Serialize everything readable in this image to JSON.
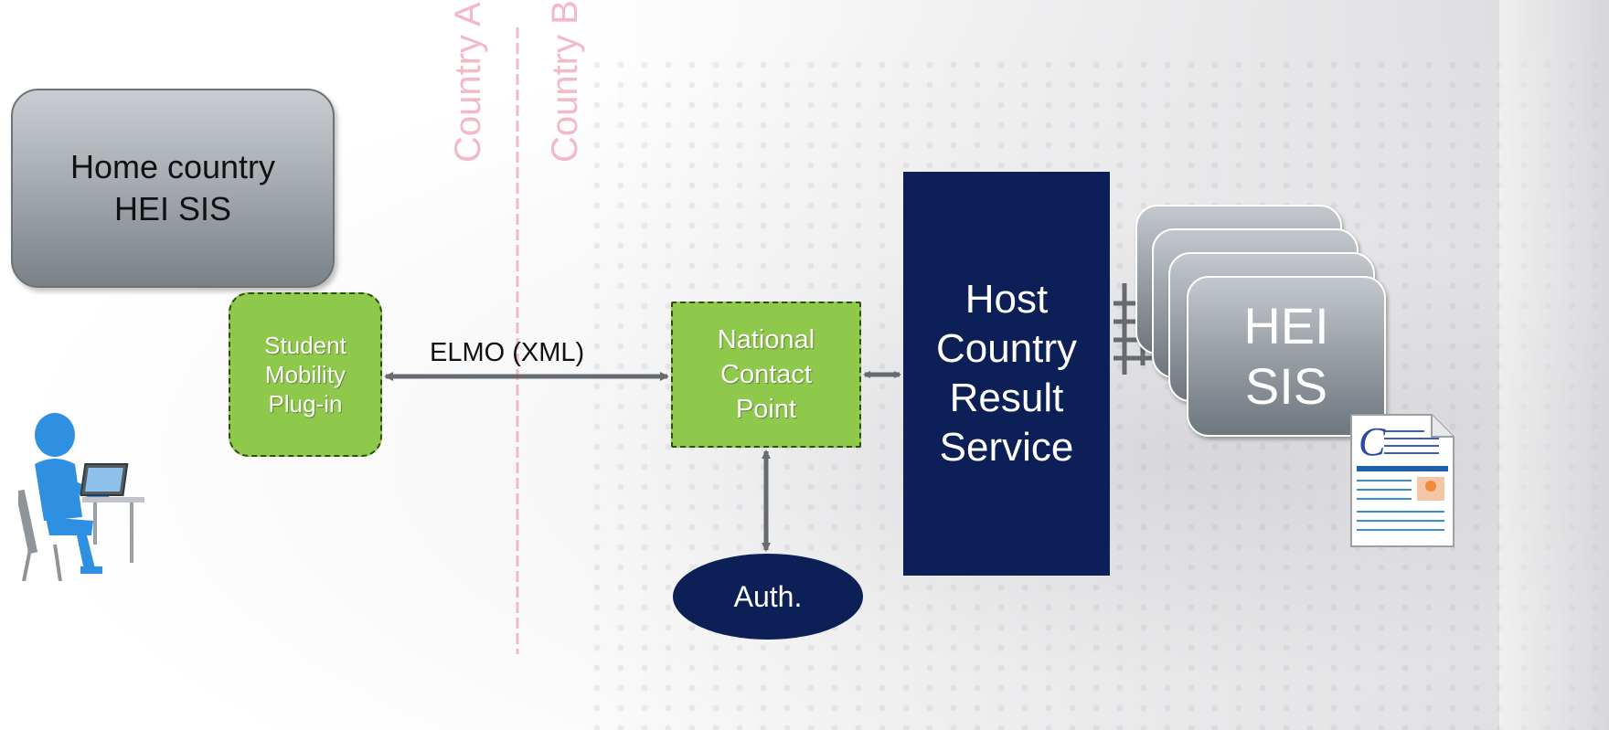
{
  "countries": {
    "a": "Country A",
    "b": "Country B"
  },
  "home_sis": {
    "line1": "Home country",
    "line2": "HEI SIS"
  },
  "plugin": {
    "line1": "Student",
    "line2": "Mobility",
    "line3": "Plug-in"
  },
  "link_label": "ELMO (XML)",
  "ncp": {
    "line1": "National",
    "line2": "Contact",
    "line3": "Point"
  },
  "host_service": {
    "line1": "Host",
    "line2": "Country",
    "line3": "Result",
    "line4": "Service"
  },
  "auth": "Auth.",
  "hei_sis": {
    "line1": "HEI",
    "line2": "SIS"
  },
  "document_icon_letter": "C",
  "colors": {
    "green_box": "#8fc94b",
    "navy": "#0d1f57",
    "country_divider": "#f2b9c6",
    "user_figure": "#2f8fe0"
  },
  "icons": [
    "user-at-laptop-icon",
    "document-icon"
  ]
}
